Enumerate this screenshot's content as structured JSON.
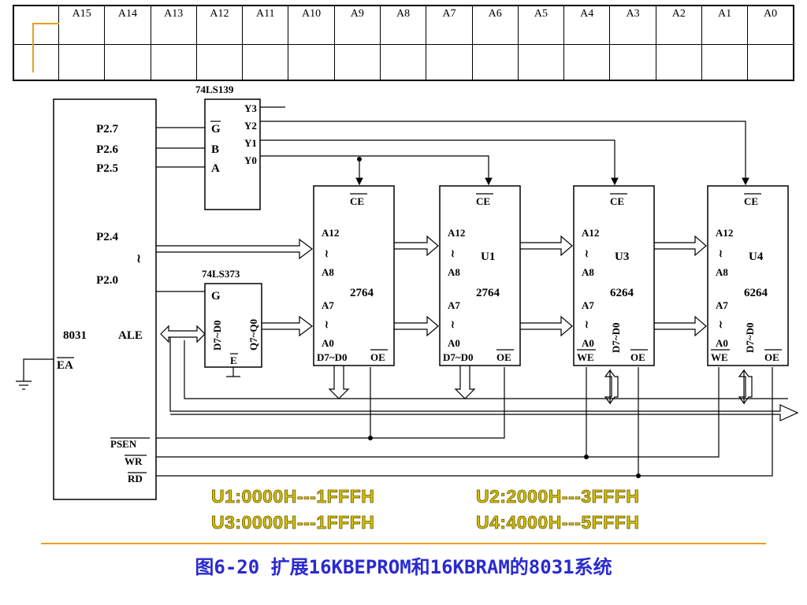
{
  "address_table": {
    "headers": [
      "A15",
      "A14",
      "A13",
      "A12",
      "A11",
      "A10",
      "A9",
      "A8",
      "A7",
      "A6",
      "A5",
      "A4",
      "A3",
      "A2",
      "A1",
      "A0"
    ],
    "values": [
      "",
      "",
      "",
      "",
      "",
      "",
      "",
      "",
      "",
      "",
      "",
      "",
      "",
      "",
      "",
      ""
    ]
  },
  "mcu": {
    "label": "8031",
    "pins": {
      "p27": "P2.7",
      "p26": "P2.6",
      "p25": "P2.5",
      "p24": "P2.4",
      "tilde": "≀",
      "p20": "P2.0",
      "ale": "ALE",
      "ea": "EA",
      "psen": "PSEN",
      "wr": "WR",
      "rd": "RD"
    }
  },
  "decoder": {
    "name": "74LS139",
    "pins": {
      "g": "G",
      "b": "B",
      "a": "A",
      "y3": "Y3",
      "y2": "Y2",
      "y1": "Y1",
      "y0": "Y0"
    }
  },
  "latch": {
    "name": "74LS373",
    "pins": {
      "g": "G",
      "d": "D7~D0",
      "q": "Q7~Q0",
      "e": "E"
    }
  },
  "chips": [
    {
      "ref": "",
      "part": "2764",
      "ce": "CE",
      "a_hi": "A12",
      "a_mid": "A8",
      "a_lo1": "A7",
      "a_lo2": "A0",
      "bus": "D7~D0",
      "oe": "OE",
      "we": ""
    },
    {
      "ref": "U1",
      "part": "2764",
      "ce": "CE",
      "a_hi": "A12",
      "a_mid": "A8",
      "a_lo1": "A7",
      "a_lo2": "A0",
      "bus": "D7~D0",
      "oe": "OE",
      "we": ""
    },
    {
      "ref": "U3",
      "part": "6264",
      "ce": "CE",
      "a_hi": "A12",
      "a_mid": "A8",
      "a_lo1": "A7",
      "a_lo2": "A0",
      "bus": "D7~D0",
      "oe": "OE",
      "we": "WE"
    },
    {
      "ref": "U4",
      "part": "6264",
      "ce": "CE",
      "a_hi": "A12",
      "a_mid": "A8",
      "a_lo1": "A7",
      "a_lo2": "A0",
      "bus": "D7~D0",
      "oe": "OE",
      "we": "WE"
    }
  ],
  "ranges": {
    "u1": "U1:0000H---1FFFH",
    "u2": "U2:2000H---3FFFH",
    "u3": "U3:0000H---1FFFH",
    "u4": "U4:4000H---5FFFH"
  },
  "caption": "图6-20 扩展16KBEPROM和16KBRAM的8031系统",
  "colors": {
    "range_text": "#d4c000",
    "caption": "#2a2ad0",
    "divider": "#e8a020"
  }
}
